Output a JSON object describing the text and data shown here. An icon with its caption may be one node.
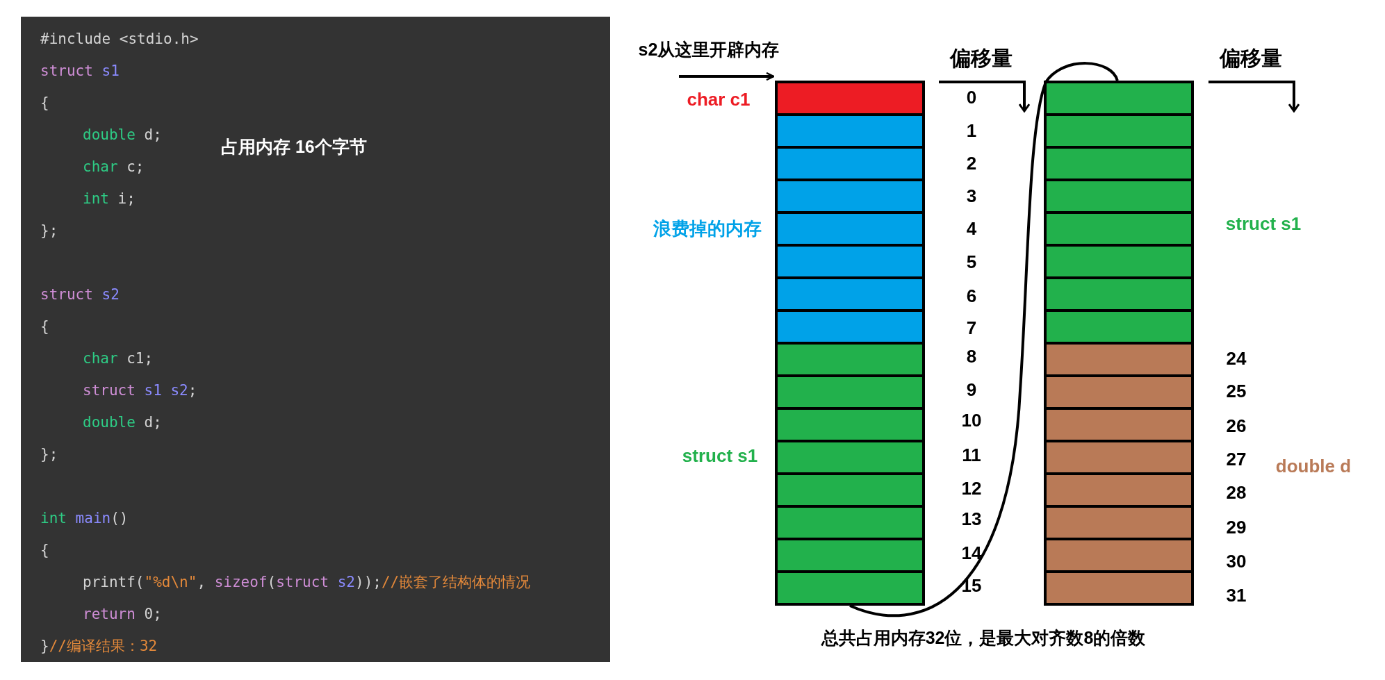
{
  "diagram": {
    "nodes": [
      {
        "text": [
          "#include <stdio.h>",
          "struct s1",
          "{",
          "double d;",
          "char c;",
          "int i;",
          "};",
          "struct s2",
          "{",
          "char c1;",
          "struct s1 s2;",
          "double d;",
          "};",
          "int main()",
          "{",
          "printf(\"%d\\n\", sizeof(struct s2));//嵌套了结构体的情况",
          "return 0;",
          "}//编译结果：32",
          "占用内存 16个字节"
        ]
      },
      {
        "text": [],
        "shape": "box"
      },
      {
        "text": [],
        "shape": "box"
      },
      {
        "text": [],
        "shape": "box"
      },
      {
        "text": [],
        "shape": "box"
      },
      {
        "text": [],
        "shape": "box"
      },
      {
        "text": [],
        "shape": "box"
      },
      {
        "text": [],
        "shape": "box"
      },
      {
        "text": [],
        "shape": "box"
      },
      {
        "text": [],
        "shape": "box"
      },
      {
        "text": [],
        "shape": "box"
      },
      {
        "text": [],
        "shape": "box"
      },
      {
        "text": [],
        "shape": "box"
      },
      {
        "text": [],
        "shape": "box"
      },
      {
        "text": [],
        "shape": "box"
      },
      {
        "text": [],
        "shape": "box"
      },
      {
        "text": [],
        "shape": "box"
      },
      {
        "text": [],
        "shape": "box"
      },
      {
        "text": [],
        "shape": "box"
      },
      {
        "text": [],
        "shape": "box"
      },
      {
        "text": [],
        "shape": "box"
      },
      {
        "text": [],
        "shape": "box"
      },
      {
        "text": [],
        "shape": "box"
      },
      {
        "text": [],
        "shape": "box"
      },
      {
        "text": [],
        "shape": "box"
      },
      {
        "text": [],
        "shape": "box"
      },
      {
        "text": [],
        "shape": "box"
      },
      {
        "text": [],
        "shape": "box"
      },
      {
        "text": [],
        "shape": "box"
      },
      {
        "text": [],
        "shape": "box"
      },
      {
        "text": [],
        "shape": "box"
      },
      {
        "text": [],
        "shape": "box"
      },
      {
        "text": [],
        "shape": "box"
      }
    ],
    "edges": [
      {
        "from": null,
        "to": 1,
        "arrow": "to"
      },
      {
        "from": 16,
        "to": 17,
        "arrow": "none"
      }
    ],
    "labels": [
      "s2从这里开辟内存",
      "偏移量",
      "偏移量",
      "char c1",
      "0",
      "1",
      "2",
      "3",
      "4",
      "5",
      "6",
      "7",
      "8",
      "9",
      "10",
      "11",
      "12",
      "13",
      "14",
      "15",
      "浪费掉的内存",
      "struct s1",
      "struct s1",
      "24",
      "25",
      "26",
      "27",
      "28",
      "29",
      "30",
      "31",
      "double d",
      "总共占用内存32位，是最大对齐数8的倍数"
    ]
  }
}
